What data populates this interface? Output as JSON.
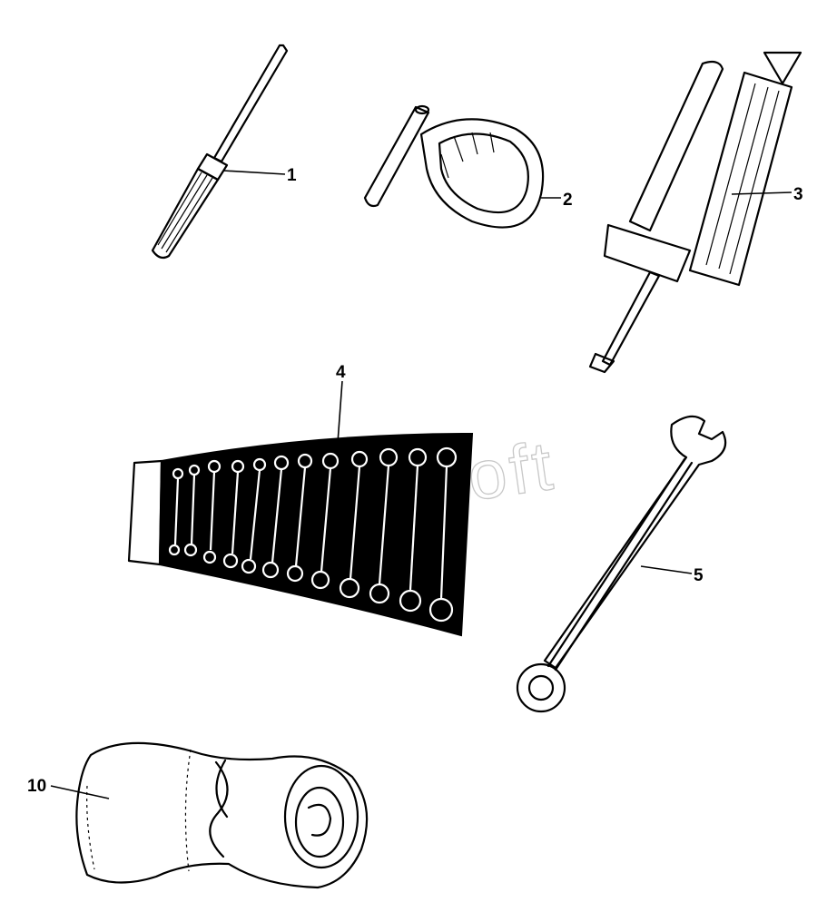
{
  "watermark": {
    "text": "Autosoft",
    "color": "#c8c8c8"
  },
  "callouts": {
    "c1": "1",
    "c2": "2",
    "c3": "3",
    "c4": "4",
    "c5": "5",
    "c10": "10"
  },
  "colors": {
    "ink": "#000000",
    "background": "#ffffff"
  },
  "items": [
    {
      "callout": "1",
      "icon": "screwdriver-icon"
    },
    {
      "callout": "2",
      "icon": "oil-filter-strap-wrench-icon"
    },
    {
      "callout": "3",
      "icon": "grease-gun-icon"
    },
    {
      "callout": "4",
      "icon": "combination-wrench-set-roll-icon"
    },
    {
      "callout": "5",
      "icon": "combination-wrench-icon"
    },
    {
      "callout": "10",
      "icon": "tool-bag-icon"
    }
  ]
}
